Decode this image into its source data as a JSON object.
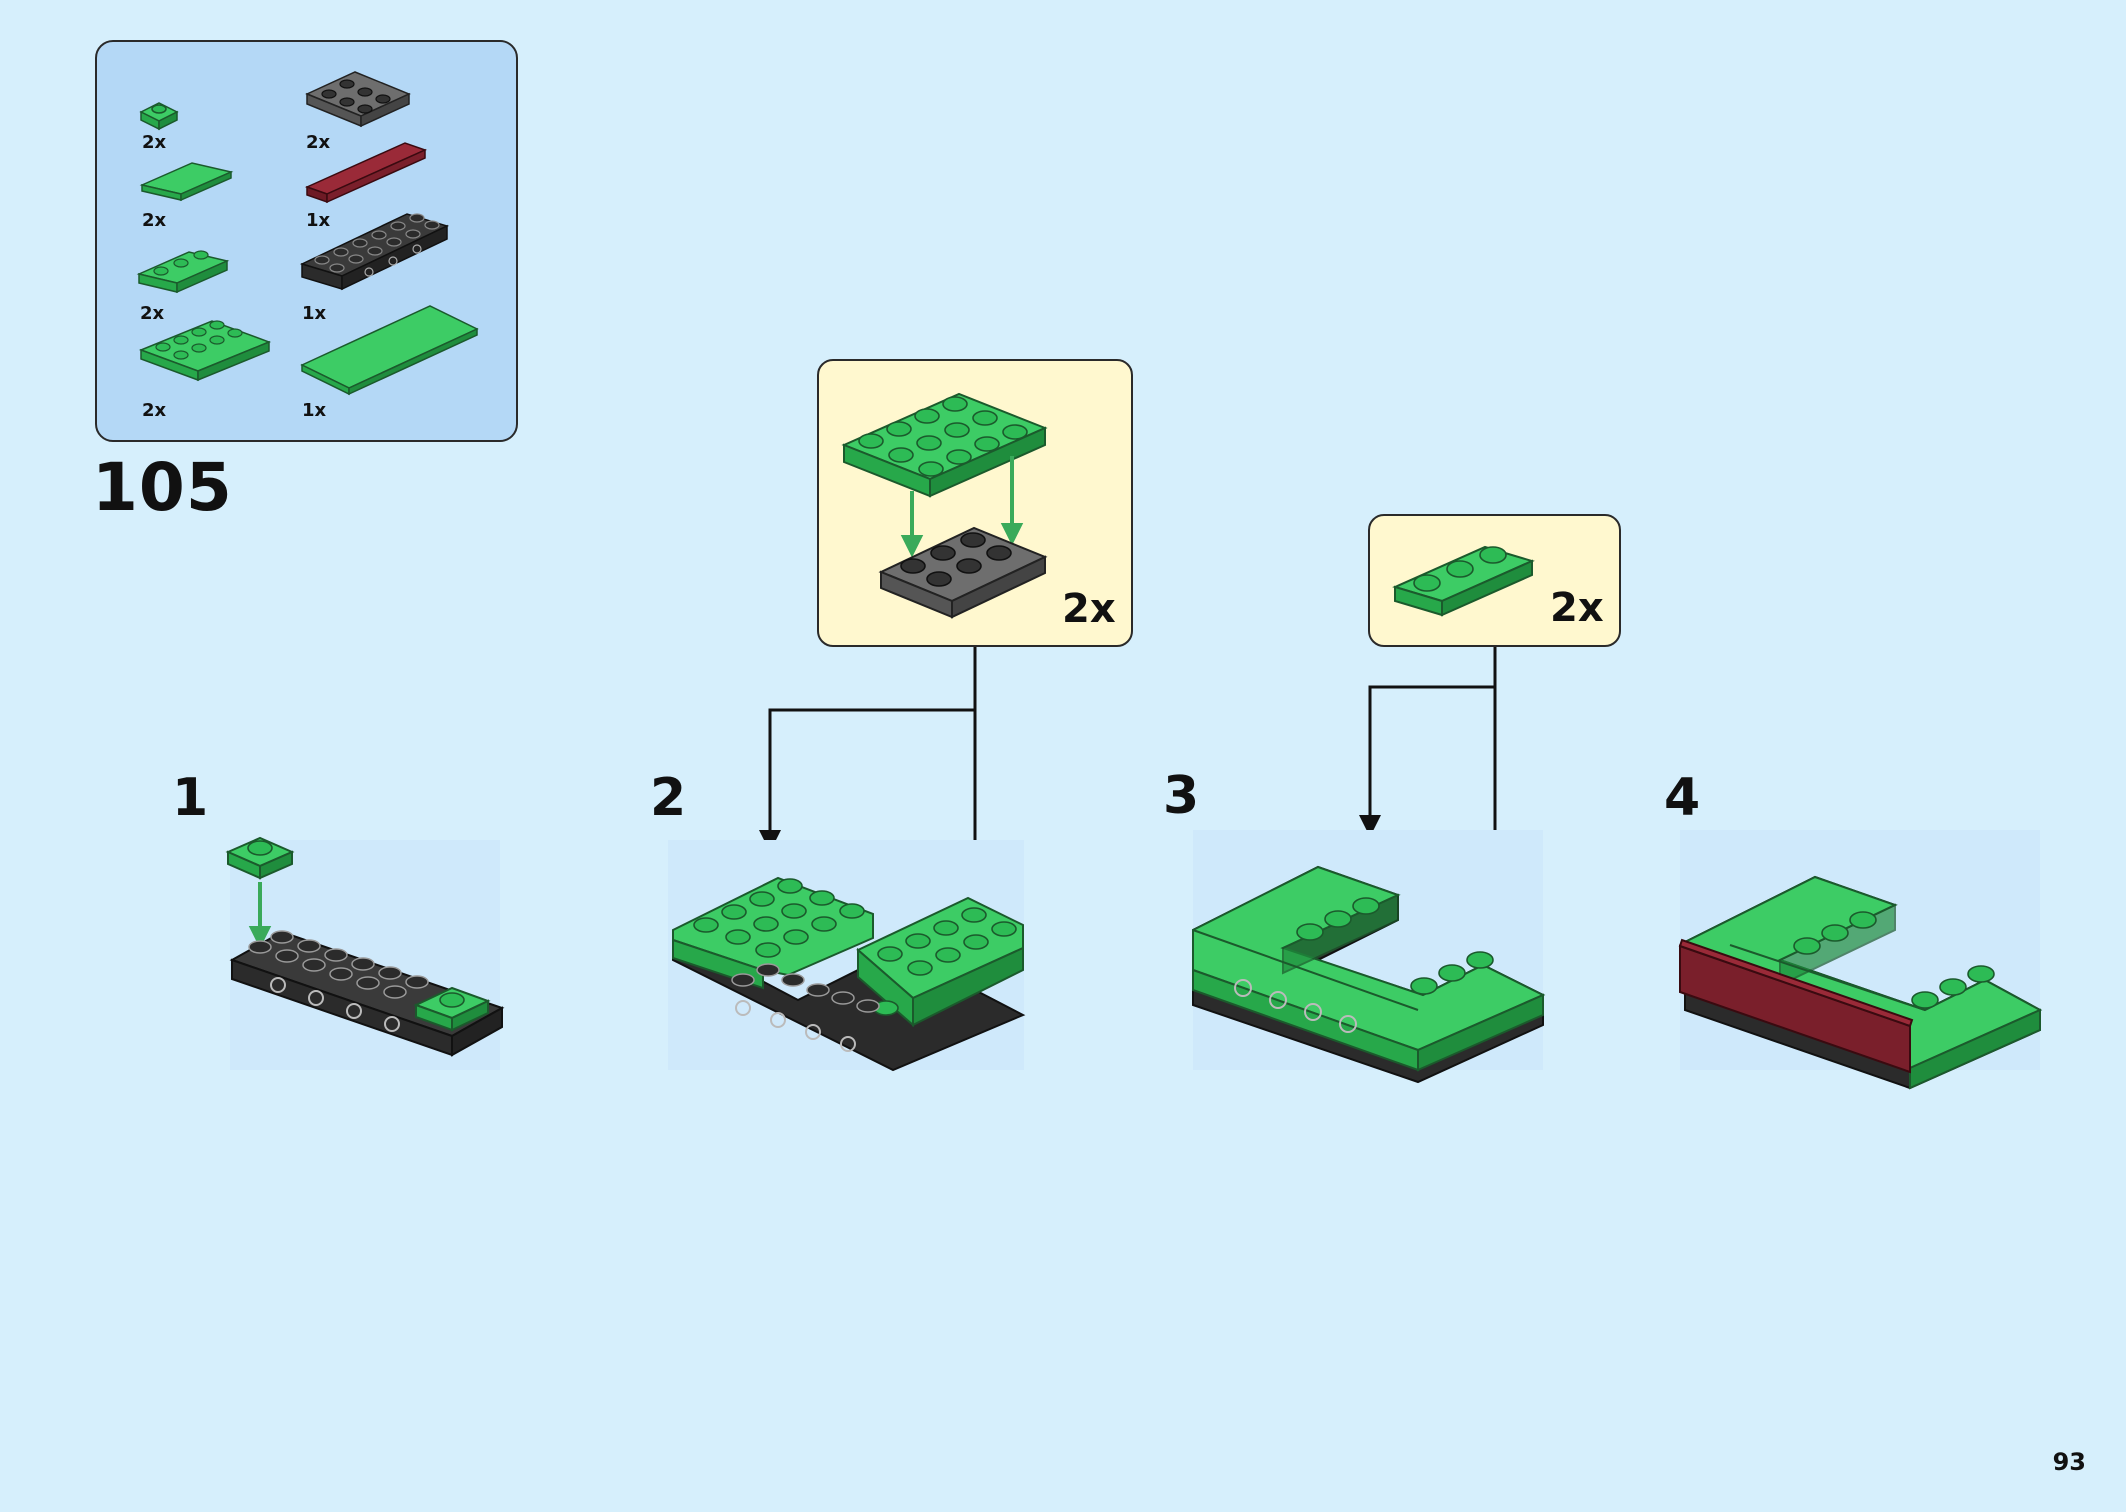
{
  "page": {
    "step_number": "105",
    "page_number": "93"
  },
  "parts_list": [
    {
      "qty": "2x",
      "name": "green-plate-1x1-icon"
    },
    {
      "qty": "2x",
      "name": "dark-grey-plate-2x3-icon"
    },
    {
      "qty": "2x",
      "name": "green-tile-1x3-icon"
    },
    {
      "qty": "1x",
      "name": "dark-red-tile-1x6-icon"
    },
    {
      "qty": "2x",
      "name": "green-plate-1x3-icon"
    },
    {
      "qty": "1x",
      "name": "black-plate-with-holes-1x8-icon"
    },
    {
      "qty": "2x",
      "name": "green-plate-2x4-icon"
    },
    {
      "qty": "1x",
      "name": "green-tile-2x6-icon"
    }
  ],
  "substeps": [
    {
      "label": "1"
    },
    {
      "label": "2"
    },
    {
      "label": "3"
    },
    {
      "label": "4"
    }
  ],
  "callouts": [
    {
      "multiplier": "2x",
      "name": "callout-green-on-grey-plate"
    },
    {
      "multiplier": "2x",
      "name": "callout-green-plate-1x3"
    }
  ],
  "colors": {
    "background": "#d6effc",
    "parts_panel": "#b4d8f6",
    "callout": "#fff8cf",
    "green": "#2dbb55",
    "dark_grey": "#555555",
    "black": "#2b2b2b",
    "dark_red": "#7a1f2b",
    "arrow_green": "#3aaa5a"
  }
}
